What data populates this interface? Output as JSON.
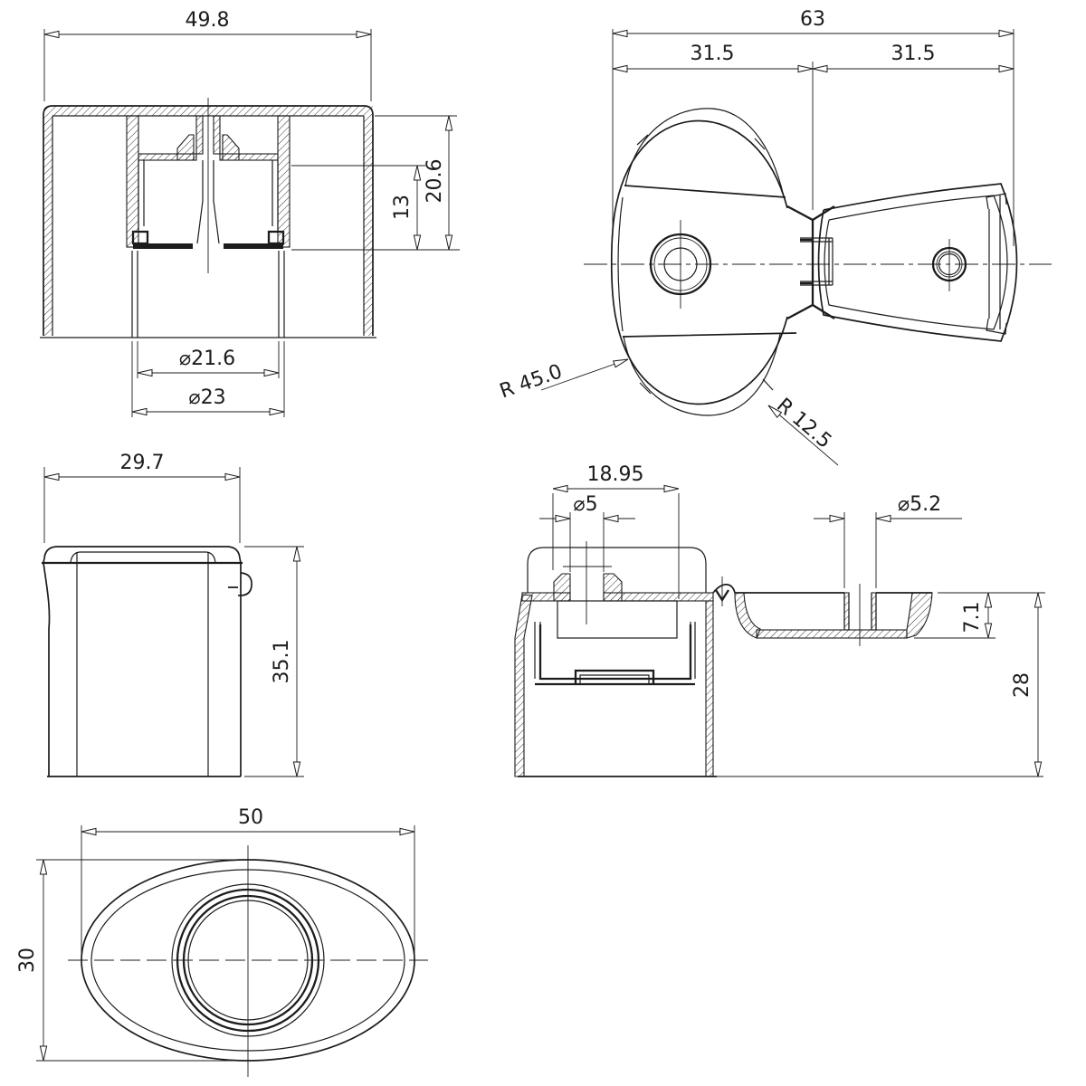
{
  "style": {
    "background": "#ffffff",
    "line_color": "#1c1c1c",
    "hatch_color": "#1c1c1c"
  },
  "views": {
    "front_section": {
      "width": "49.8",
      "height_total": "20.6",
      "height_step": "13",
      "bore_inner": "⌀21.6",
      "bore_outer": "⌀23"
    },
    "top_open": {
      "total_width": "63",
      "half_left": "31.5",
      "half_right": "31.5",
      "radius_body": "R 45.0",
      "radius_lid": "R 12.5"
    },
    "side_elevation": {
      "width": "29.7",
      "height": "35.1"
    },
    "side_section": {
      "pocket_width": "18.95",
      "hole_dia": "⌀5",
      "lid_hole_dia": "⌀5.2",
      "lid_depth": "7.1",
      "total_height": "28"
    },
    "plan": {
      "length": "50",
      "width": "30"
    }
  }
}
